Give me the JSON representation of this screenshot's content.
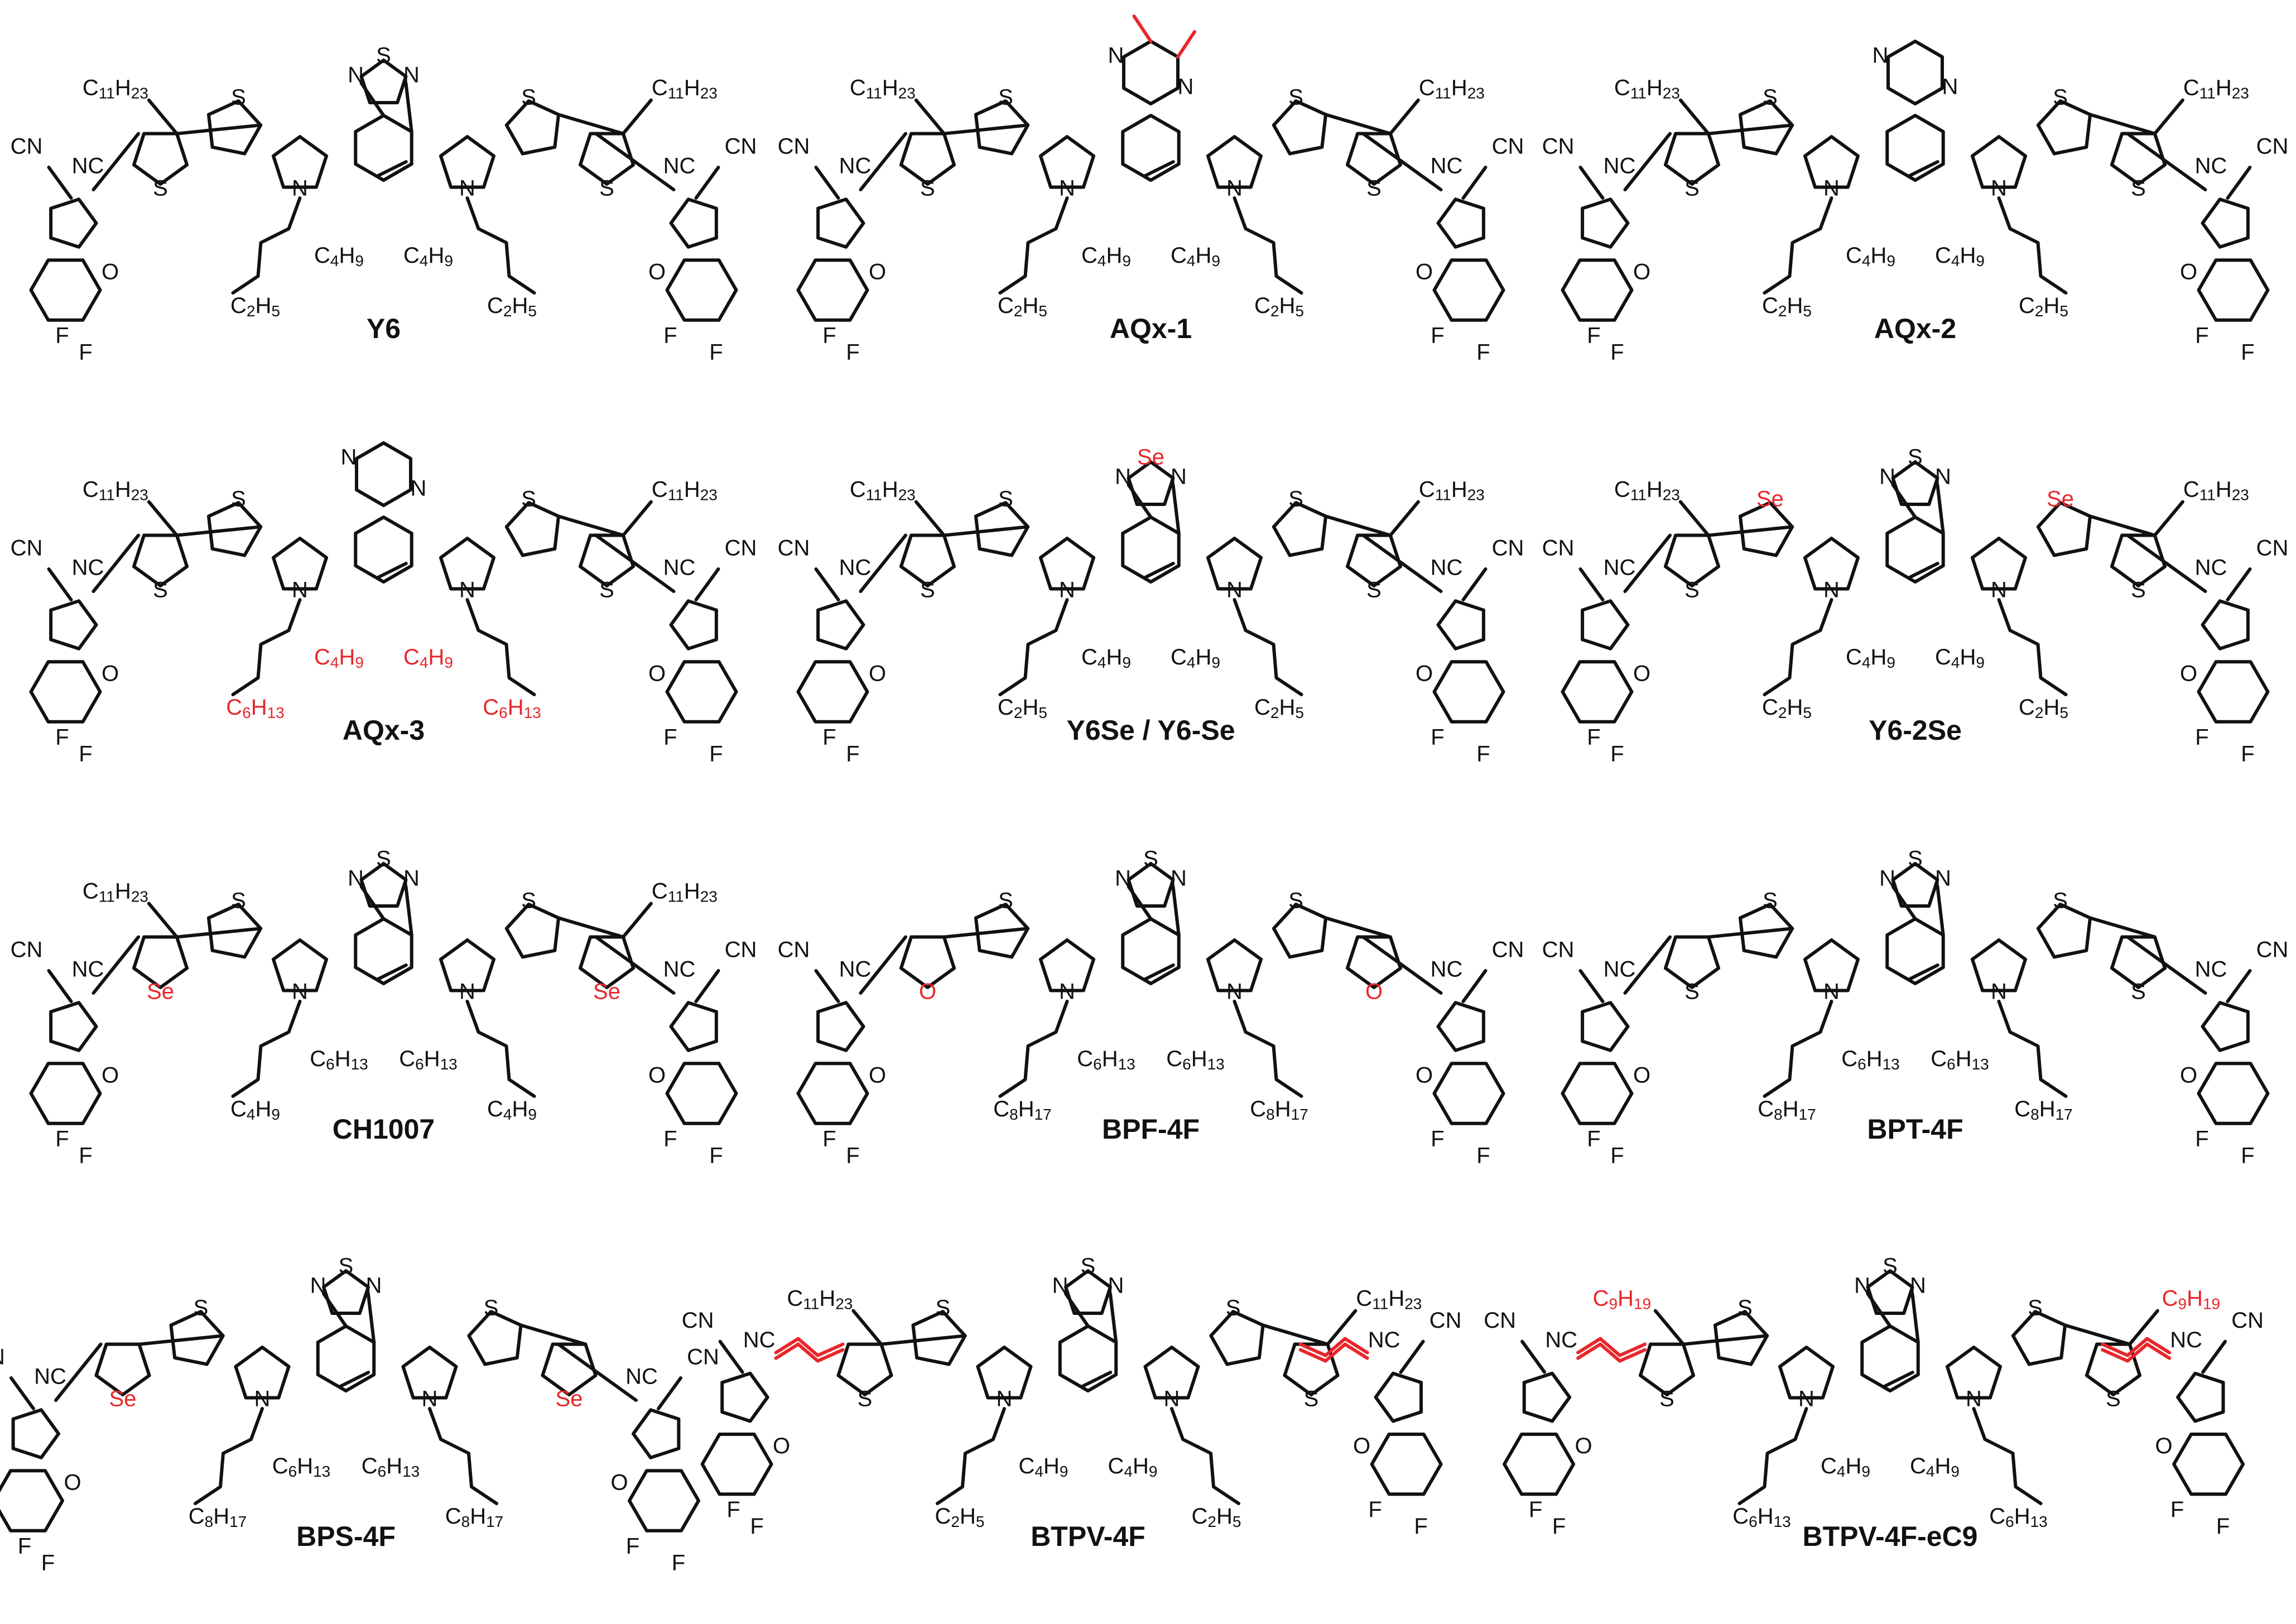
{
  "colors": {
    "bond": "#111111",
    "highlight_red": "#e8262b",
    "cyan": "#00e5ee",
    "gold": "#f5c242",
    "pink": "#f6a8e8"
  },
  "atoms": {
    "S": "S",
    "N": "N",
    "O": "O",
    "Se": "Se",
    "F": "F",
    "CN": "CN",
    "NC": "NC"
  },
  "compounds": [
    {
      "name": "Y6",
      "core_top": "btd",
      "core_highlight": "none",
      "inner_atom": "S",
      "outer_atom": "S",
      "outer_highlight": "none",
      "top_alkyl": [
        "C",
        "11",
        "H",
        "23"
      ],
      "top_alkyl_red": false,
      "alkyl_a": [
        "C",
        "4",
        "H",
        "9"
      ],
      "alkyl_b": [
        "C",
        "2",
        "H",
        "5"
      ],
      "side_red": false,
      "vinylene": false
    },
    {
      "name": "AQx-1",
      "core_top": "pyrazine-me",
      "core_highlight": "cyan",
      "inner_atom": "S",
      "outer_atom": "S",
      "outer_highlight": "none",
      "top_alkyl": [
        "C",
        "11",
        "H",
        "23"
      ],
      "top_alkyl_red": false,
      "alkyl_a": [
        "C",
        "4",
        "H",
        "9"
      ],
      "alkyl_b": [
        "C",
        "2",
        "H",
        "5"
      ],
      "side_red": false,
      "vinylene": false
    },
    {
      "name": "AQx-2",
      "core_top": "pyrazine",
      "core_highlight": "cyan",
      "inner_atom": "S",
      "outer_atom": "S",
      "outer_highlight": "none",
      "top_alkyl": [
        "C",
        "11",
        "H",
        "23"
      ],
      "top_alkyl_red": false,
      "alkyl_a": [
        "C",
        "4",
        "H",
        "9"
      ],
      "alkyl_b": [
        "C",
        "2",
        "H",
        "5"
      ],
      "side_red": false,
      "vinylene": false
    },
    {
      "name": "AQx-3",
      "core_top": "pyrazine",
      "core_highlight": "cyan",
      "inner_atom": "S",
      "outer_atom": "S",
      "outer_highlight": "none",
      "top_alkyl": [
        "C",
        "11",
        "H",
        "23"
      ],
      "top_alkyl_red": false,
      "alkyl_a": [
        "C",
        "4",
        "H",
        "9"
      ],
      "alkyl_b": [
        "C",
        "6",
        "H",
        "13"
      ],
      "side_red": true,
      "vinylene": false
    },
    {
      "name": "Y6Se / Y6-Se",
      "core_top": "bsed",
      "core_highlight": "gold",
      "inner_atom": "S",
      "outer_atom": "S",
      "outer_highlight": "none",
      "top_alkyl": [
        "C",
        "11",
        "H",
        "23"
      ],
      "top_alkyl_red": false,
      "alkyl_a": [
        "C",
        "4",
        "H",
        "9"
      ],
      "alkyl_b": [
        "C",
        "2",
        "H",
        "5"
      ],
      "side_red": false,
      "vinylene": false
    },
    {
      "name": "Y6-2Se",
      "core_top": "btd",
      "core_highlight": "none",
      "inner_atom": "Se",
      "inner_highlight": "gold",
      "outer_atom": "S",
      "outer_highlight": "none",
      "top_alkyl": [
        "C",
        "11",
        "H",
        "23"
      ],
      "top_alkyl_red": false,
      "alkyl_a": [
        "C",
        "4",
        "H",
        "9"
      ],
      "alkyl_b": [
        "C",
        "2",
        "H",
        "5"
      ],
      "side_red": false,
      "vinylene": false
    },
    {
      "name": "CH1007",
      "core_top": "btd",
      "core_highlight": "none",
      "inner_atom": "S",
      "outer_atom": "Se",
      "outer_highlight": "gold",
      "top_alkyl": [
        "C",
        "11",
        "H",
        "23"
      ],
      "top_alkyl_red": false,
      "alkyl_a": [
        "C",
        "6",
        "H",
        "13"
      ],
      "alkyl_b": [
        "C",
        "4",
        "H",
        "9"
      ],
      "side_red": false,
      "vinylene": false
    },
    {
      "name": "BPF-4F",
      "core_top": "btd",
      "core_highlight": "none",
      "inner_atom": "S",
      "outer_atom": "O",
      "outer_highlight": "pink",
      "top_alkyl": null,
      "top_alkyl_red": false,
      "alkyl_a": [
        "C",
        "6",
        "H",
        "13"
      ],
      "alkyl_b": [
        "C",
        "8",
        "H",
        "17"
      ],
      "side_red": false,
      "vinylene": false
    },
    {
      "name": "BPT-4F",
      "core_top": "btd",
      "core_highlight": "none",
      "inner_atom": "S",
      "outer_atom": "S",
      "outer_highlight": "pink",
      "top_alkyl": null,
      "top_alkyl_red": false,
      "alkyl_a": [
        "C",
        "6",
        "H",
        "13"
      ],
      "alkyl_b": [
        "C",
        "8",
        "H",
        "17"
      ],
      "side_red": false,
      "vinylene": false
    },
    {
      "name": "BPS-4F",
      "core_top": "btd",
      "core_highlight": "none",
      "inner_atom": "S",
      "outer_atom": "Se",
      "outer_highlight": "pink",
      "top_alkyl": null,
      "top_alkyl_red": false,
      "alkyl_a": [
        "C",
        "6",
        "H",
        "13"
      ],
      "alkyl_b": [
        "C",
        "8",
        "H",
        "17"
      ],
      "side_red": false,
      "vinylene": false
    },
    {
      "name": "BTPV-4F",
      "core_top": "btd",
      "core_highlight": "none",
      "inner_atom": "S",
      "outer_atom": "S",
      "outer_highlight": "none",
      "top_alkyl": [
        "C",
        "11",
        "H",
        "23"
      ],
      "top_alkyl_red": false,
      "alkyl_a": [
        "C",
        "4",
        "H",
        "9"
      ],
      "alkyl_b": [
        "C",
        "2",
        "H",
        "5"
      ],
      "side_red": false,
      "vinylene": true
    },
    {
      "name": "BTPV-4F-eC9",
      "core_top": "btd",
      "core_highlight": "none",
      "inner_atom": "S",
      "outer_atom": "S",
      "outer_highlight": "none",
      "top_alkyl": [
        "C",
        "9",
        "H",
        "19"
      ],
      "top_alkyl_red": true,
      "alkyl_a": [
        "C",
        "4",
        "H",
        "9"
      ],
      "alkyl_b": [
        "C",
        "6",
        "H",
        "13"
      ],
      "side_red": false,
      "vinylene": true
    }
  ]
}
